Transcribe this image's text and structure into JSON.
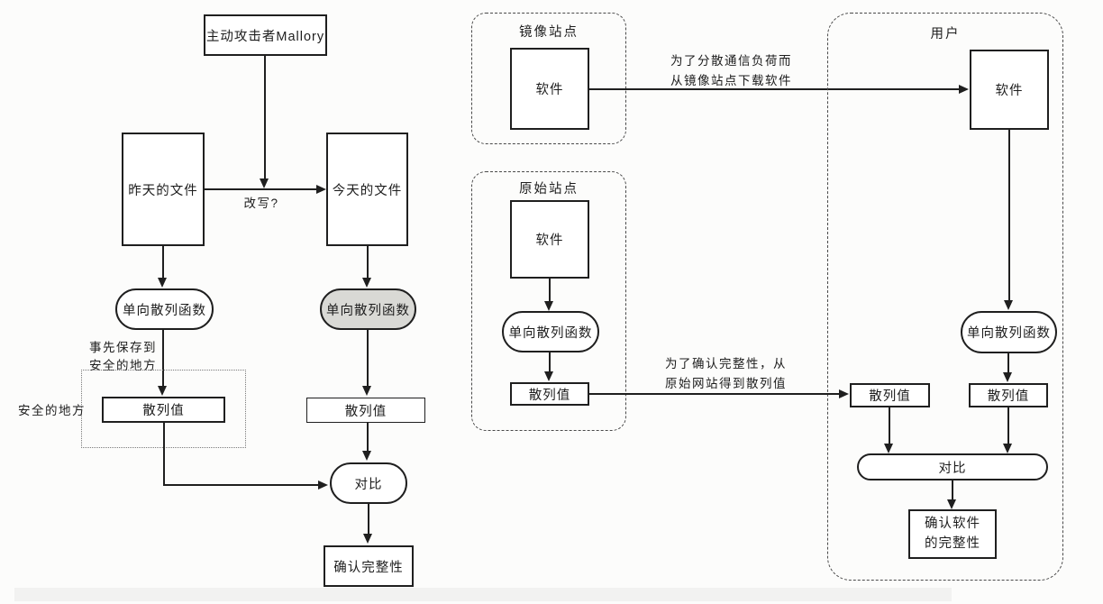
{
  "diagram_left": {
    "attacker": "主动攻击者Mallory",
    "yesterday_file": "昨天的文件",
    "today_file": "今天的文件",
    "rewrite_question": "改写?",
    "hash_fn_yesterday": "单向散列函数",
    "hash_fn_today": "单向散列函数",
    "save_note_line1": "事先保存到",
    "save_note_line2": "安全的地方",
    "safe_place_label": "安全的地方",
    "hash_value_saved": "散列值",
    "hash_value_today": "散列值",
    "compare": "对比",
    "confirm": "确认完整性"
  },
  "diagram_right": {
    "mirror_site": {
      "title": "镜像站点",
      "software": "软件"
    },
    "origin_site": {
      "title": "原始站点",
      "software": "软件",
      "hash_fn": "单向散列函数",
      "hash_value": "散列值"
    },
    "user": {
      "title": "用户",
      "software": "软件",
      "hash_fn": "单向散列函数",
      "hash_value_from_origin": "散列值",
      "hash_value_computed": "散列值",
      "compare": "对比",
      "confirm_line1": "确认软件",
      "confirm_line2": "的完整性"
    },
    "annotation_download_line1": "为了分散通信负荷而",
    "annotation_download_line2": "从镜像站点下载软件",
    "annotation_hash_line1": "为了确认完整性，从",
    "annotation_hash_line2": "原始网站得到散列值"
  },
  "colors": {
    "line": "#1f1f1f",
    "shaded_oval_fill": "#d9d9d5",
    "background": "#fcfcfb"
  }
}
